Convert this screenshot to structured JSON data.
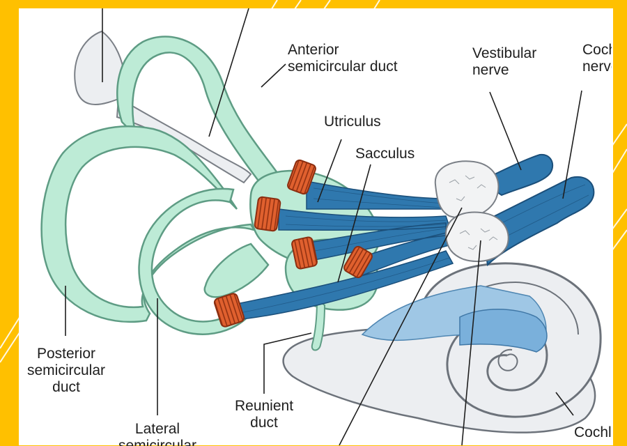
{
  "colors": {
    "slide_border": "#FFC000",
    "canvas": "#FFFFFF",
    "duct_fill": "#BDEBD6",
    "duct_stroke": "#5E9C84",
    "nerve_fill": "#2F78AE",
    "nerve_stroke": "#1B4F7A",
    "hair_cells": "#E0602E",
    "bone_fill": "#ECEEF1"
  },
  "labels": {
    "anterior": [
      "Anterior",
      "semicircular duct"
    ],
    "vestibular_nerve": [
      "Vestibular",
      "nerve"
    ],
    "cochlear_nerve": [
      "Coch",
      "nerve"
    ],
    "utriculus": "Utriculus",
    "sacculus": "Sacculus",
    "posterior": [
      "Posterior",
      "semicircular",
      "duct"
    ],
    "lateral": [
      "Lateral",
      "semicircular"
    ],
    "reunient": [
      "Reunient",
      "duct"
    ],
    "cochlea": "Cochl"
  }
}
